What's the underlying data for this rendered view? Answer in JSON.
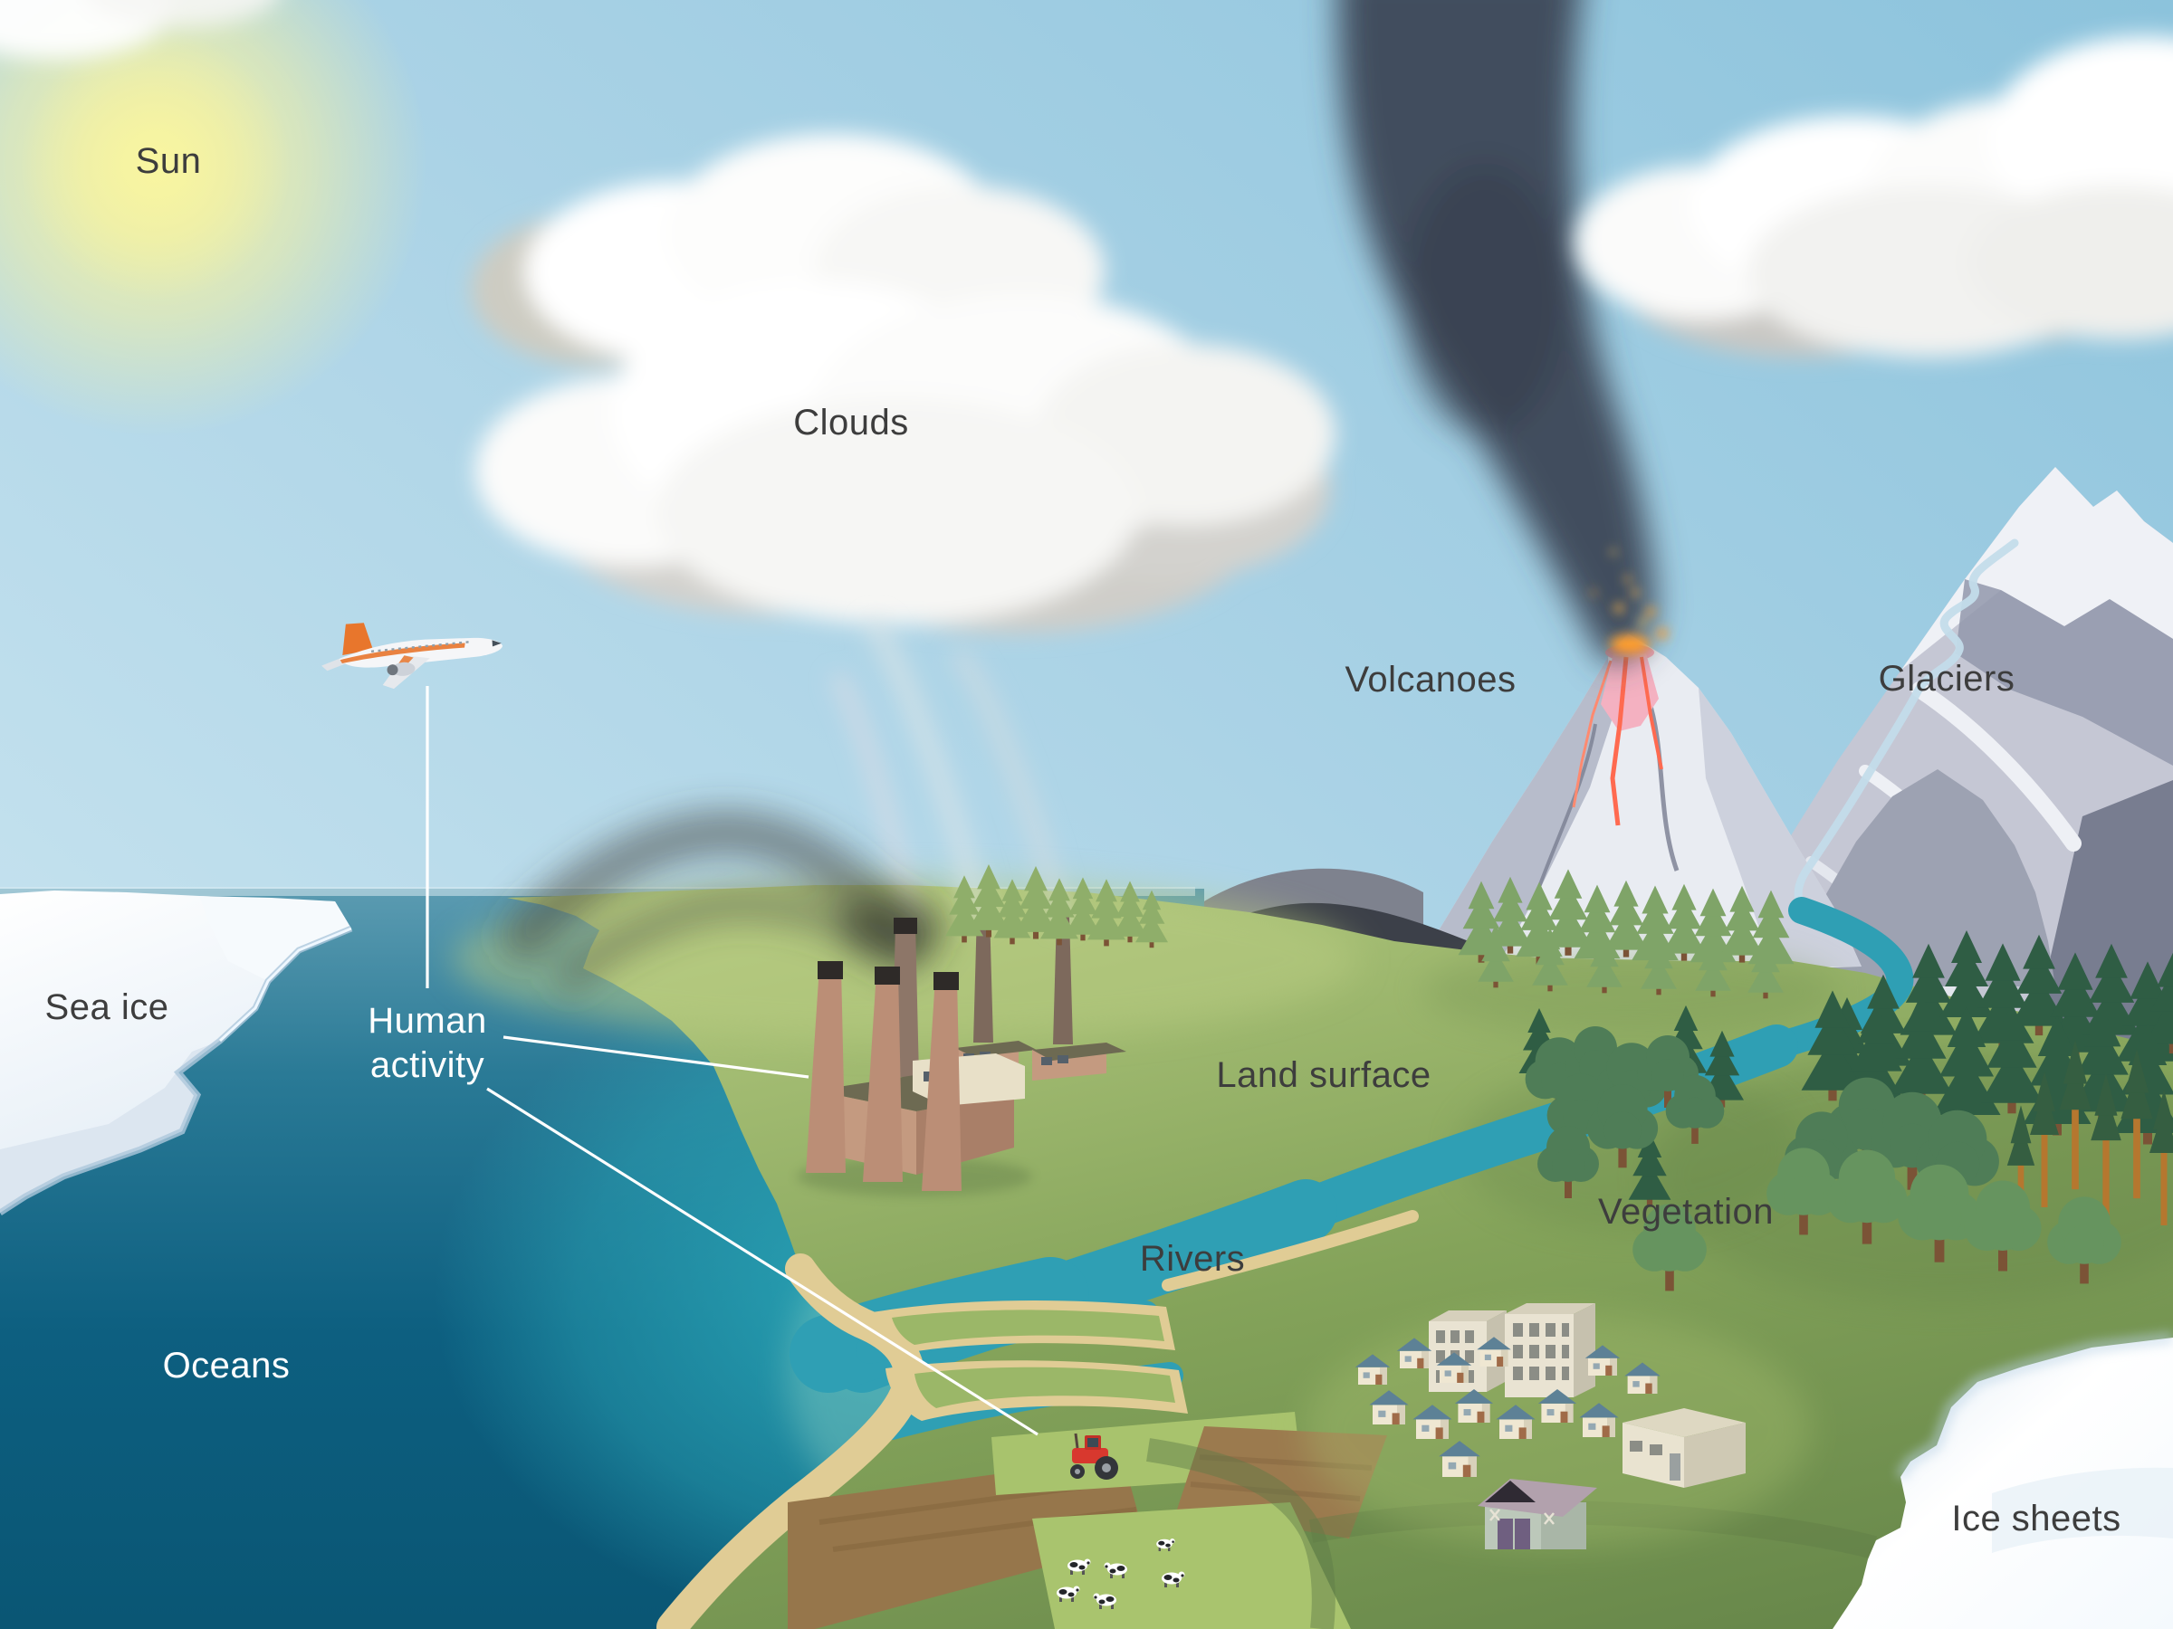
{
  "labels": {
    "sun": "Sun",
    "clouds": "Clouds",
    "volcanoes": "Volcanoes",
    "glaciers": "Glaciers",
    "sea_ice": "Sea ice",
    "human_activity_line1": "Human",
    "human_activity_line2": "activity",
    "land_surface": "Land surface",
    "vegetation": "Vegetation",
    "rivers": "Rivers",
    "oceans": "Oceans",
    "ice_sheets": "Ice sheets"
  },
  "colors": {
    "sky_top": "#8cc3dc",
    "sky_horizon": "#d3eaf3",
    "sun_glow": "#f9f6a0",
    "cloud_white": "#ffffff",
    "volcano_smoke": "#3d4757",
    "ocean_deep": "#0a5674",
    "ocean_surface": "#5b9bb1",
    "coastal_water": "#2ba8b8",
    "river": "#2f9fb4",
    "glacial_stream": "#c3dcea",
    "sand": "#e0cc95",
    "land_green_light": "#aec57b",
    "land_green_dark": "#67874a",
    "field_brown": "#9b7a4e",
    "mountain_light": "#c5c7d4",
    "mountain_snow": "#eff1f6",
    "mountain_shadow": "#9298ac",
    "foothill_dark": "#3c4049",
    "lava_pink": "#f4b1c1",
    "lava_red": "#ff6a50",
    "lava_orange": "#ffa42e",
    "forest_dark": "#2f5d44",
    "forest_light": "#7fa468",
    "factory_stack": "#bb8e76",
    "house_roof": "#5d8196",
    "house_wall": "#efe7d2",
    "tractor_red": "#d8382e",
    "ice_white": "#ffffff",
    "sea_ice_shadow": "#dce6f0",
    "label_dark": "#3d3d3d",
    "label_light": "#ffffff",
    "leader_line": "#ffffff",
    "airplane_accent": "#e8762c"
  }
}
